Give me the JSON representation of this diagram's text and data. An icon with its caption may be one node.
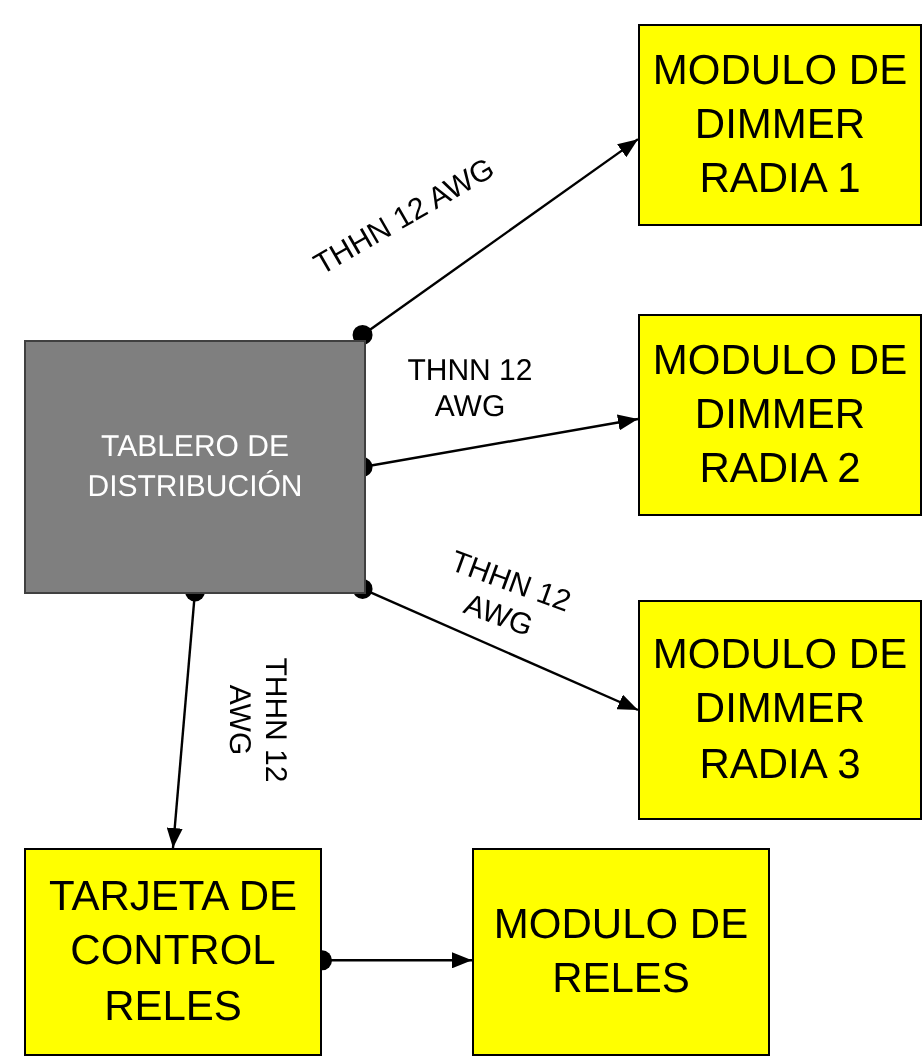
{
  "diagram": {
    "nodes": [
      {
        "text": [
          "TABLERO DE DISTRIBUCIÓN"
        ]
      },
      {
        "text": [
          "MODULO DE DIMMER RADIA 1"
        ]
      },
      {
        "text": [
          "MODULO DE DIMMER RADIA 2"
        ]
      },
      {
        "text": [
          "MODULO DE DIMMER RADIA 3"
        ]
      },
      {
        "text": [
          "TARJETA DE CONTROL RELES"
        ]
      },
      {
        "text": [
          "MODULO DE RELES"
        ]
      }
    ],
    "edges": [
      {
        "from": 0,
        "to": 1,
        "arrow": "to",
        "label": "THHN 12 AWG"
      },
      {
        "from": 0,
        "to": 2,
        "arrow": "to",
        "label": "THNN 12 AWG"
      },
      {
        "from": 0,
        "to": 3,
        "arrow": "to",
        "label": "THHN 12 AWG"
      },
      {
        "from": 0,
        "to": 4,
        "arrow": "to",
        "label": "THHN 12 AWG"
      },
      {
        "from": 4,
        "to": 5,
        "arrow": "to"
      }
    ]
  }
}
